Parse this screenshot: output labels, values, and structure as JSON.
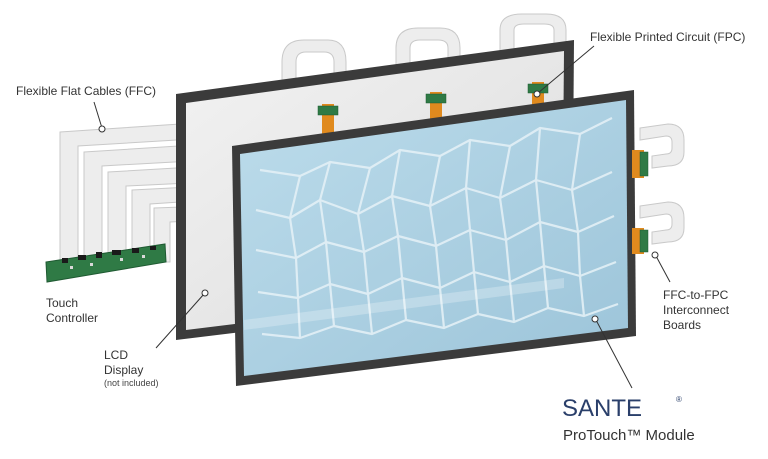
{
  "labels": {
    "ffc": "Flexible Flat Cables (FFC)",
    "fpc": "Flexible Printed Circuit (FPC)",
    "touch_line1": "Touch",
    "touch_line2": "Controller",
    "lcd_line1": "LCD",
    "lcd_line2": "Display",
    "lcd_note": "(not included)",
    "ffc_fpc_line1": "FFC-to-FPC",
    "ffc_fpc_line2": "Interconnect",
    "ffc_fpc_line3": "Boards"
  },
  "brand": {
    "name": "SANTE",
    "registered": "®",
    "product": "ProTouch™ Module"
  },
  "colors": {
    "glass": "#aacde0",
    "frame": "#3b3b3b",
    "fpc": "#e08a1e",
    "cable": "#ececec",
    "pcb": "#2f7a45",
    "brand": "#2a3f6a"
  }
}
